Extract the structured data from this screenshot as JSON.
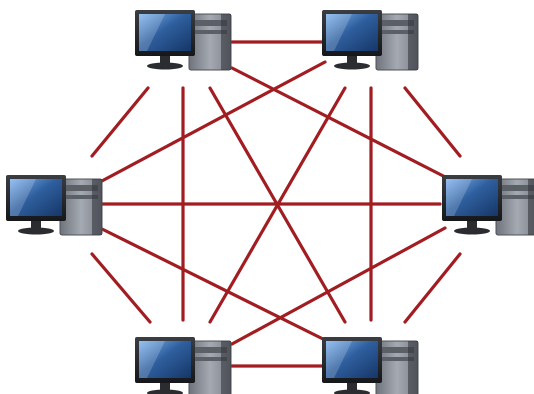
{
  "diagram": {
    "topology": "full-mesh",
    "computer_count": 6,
    "link_color": "#a11d21",
    "monitor_screen_color": "#2f5f9e",
    "tower_color": "#8b8f96",
    "nodes": [
      {
        "id": "computer-top-left"
      },
      {
        "id": "computer-top-right"
      },
      {
        "id": "computer-middle-left"
      },
      {
        "id": "computer-middle-right"
      },
      {
        "id": "computer-bottom-left"
      },
      {
        "id": "computer-bottom-right"
      }
    ]
  }
}
